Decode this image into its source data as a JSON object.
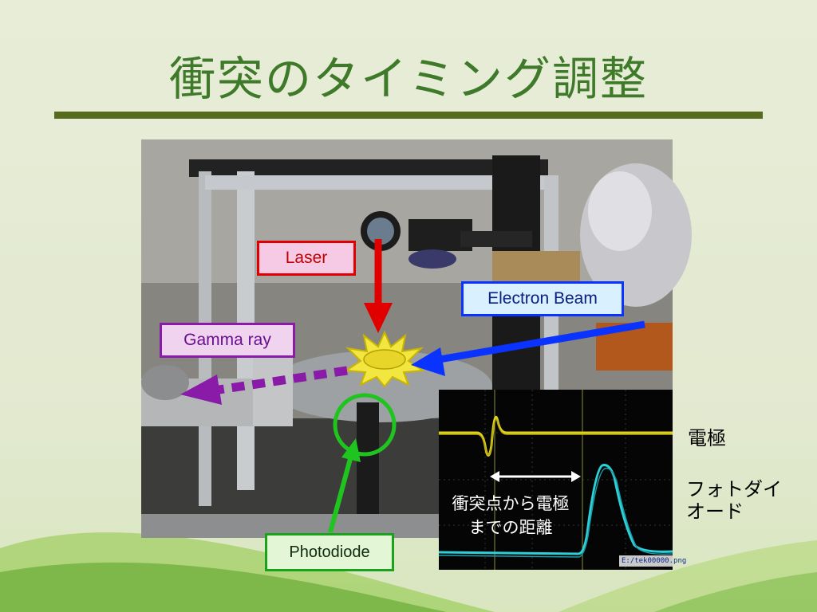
{
  "title": "衝突のタイミング調整",
  "labels": {
    "laser": "Laser",
    "electron_beam": "Electron Beam",
    "gamma_ray": "Gamma ray",
    "photodiode": "Photodiode"
  },
  "scope": {
    "annotation_line1": "衝突点から電極",
    "annotation_line2": "までの距離",
    "file_tag": "E:/tek00000.png"
  },
  "side_labels": {
    "electrode": "電極",
    "photodiode_line1": "フォトダイ",
    "photodiode_line2": "オード"
  },
  "colors": {
    "title": "#3e7a2a",
    "title_rule": "#556b1e",
    "laser": "#e00000",
    "electron_beam": "#0b33ff",
    "gamma_ray": "#8a1aa8",
    "photodiode": "#1aa31a",
    "trace_electrode": "#e0d21c",
    "trace_photodiode": "#2ed0d8"
  }
}
